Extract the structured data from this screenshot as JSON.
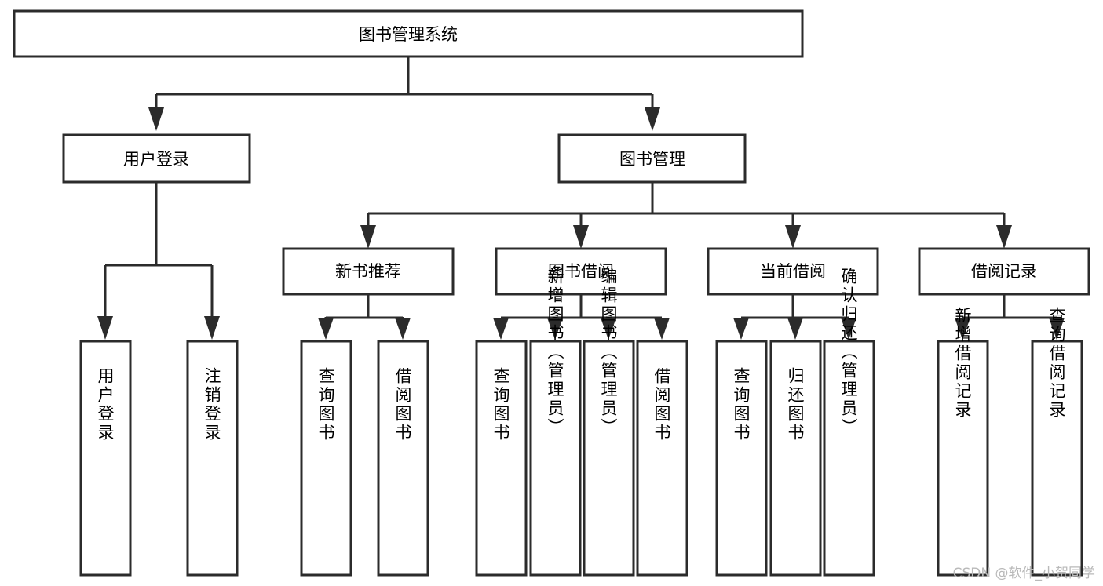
{
  "diagram": {
    "title": "图书管理系统",
    "watermark": "CSDN @软件_小贺同学",
    "colors": {
      "stroke": "#2b2b2b",
      "fill": "#ffffff",
      "text": "#000000",
      "watermark": "#b9b9b9",
      "background": "#ffffff"
    },
    "type": "tree-hierarchy",
    "root": {
      "label": "图书管理系统",
      "orientation": "horizontal"
    },
    "level2": [
      {
        "label": "用户登录",
        "orientation": "horizontal"
      },
      {
        "label": "图书管理",
        "orientation": "horizontal"
      }
    ],
    "level3": [
      {
        "label": "新书推荐",
        "orientation": "horizontal"
      },
      {
        "label": "图书借阅",
        "orientation": "horizontal"
      },
      {
        "label": "当前借阅",
        "orientation": "horizontal"
      },
      {
        "label": "借阅记录",
        "orientation": "horizontal"
      }
    ],
    "leaves": {
      "user_login": [
        {
          "label": "用户登录",
          "orientation": "vertical"
        },
        {
          "label": "注销登录",
          "orientation": "vertical"
        }
      ],
      "new_book_recommend": [
        {
          "label": "查询图书",
          "orientation": "vertical"
        },
        {
          "label": "借阅图书",
          "orientation": "vertical"
        }
      ],
      "book_borrow": [
        {
          "label": "查询图书",
          "orientation": "vertical"
        },
        {
          "label": "新增图书（管理员）",
          "orientation": "vertical"
        },
        {
          "label": "编辑图书（管理员）",
          "orientation": "vertical"
        },
        {
          "label": "借阅图书",
          "orientation": "vertical"
        }
      ],
      "current_borrow": [
        {
          "label": "查询图书",
          "orientation": "vertical"
        },
        {
          "label": "归还图书",
          "orientation": "vertical"
        },
        {
          "label": "确认归还（管理员）",
          "orientation": "vertical"
        }
      ],
      "borrow_records": [
        {
          "label": "新增借阅记录",
          "orientation": "vertical"
        },
        {
          "label": "查询借阅记录",
          "orientation": "vertical"
        }
      ]
    }
  }
}
